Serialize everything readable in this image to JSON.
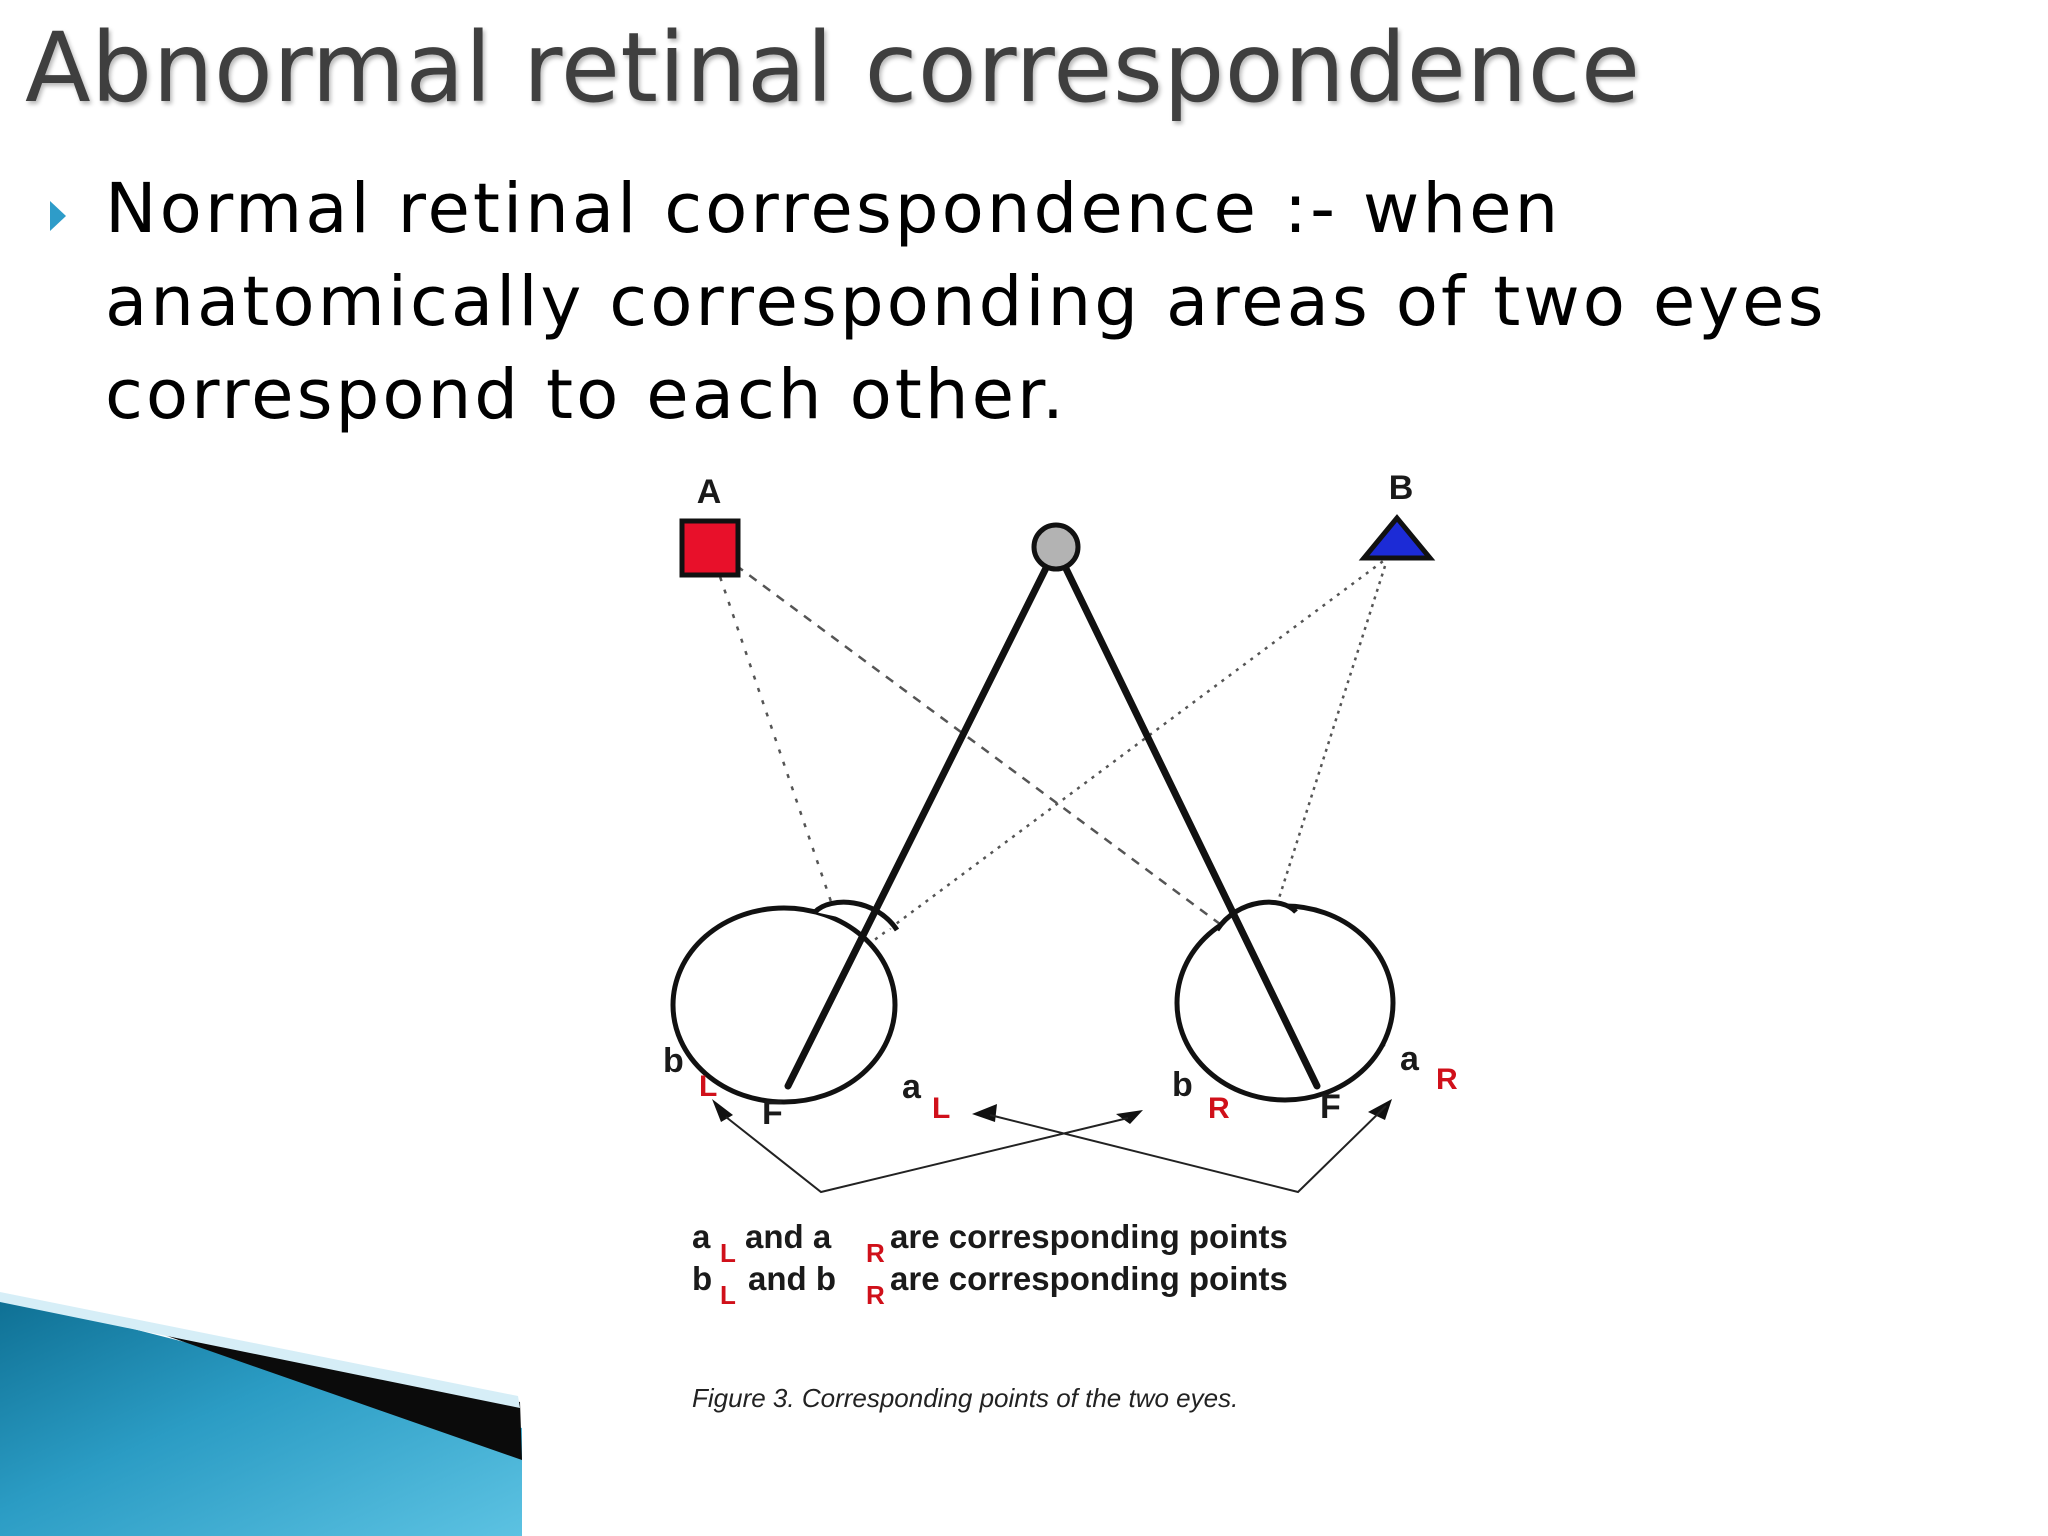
{
  "slide": {
    "title": "Abnormal retinal correspondence",
    "bullet_lines": [
      "Normal retinal correspondence :- when",
      "anatomically corresponding areas of two eyes",
      "correspond to each other."
    ]
  },
  "figure": {
    "labels": {
      "A": "A",
      "B": "B",
      "F_left": "F",
      "F_right": "F",
      "a": "a",
      "b": "b",
      "L": "L",
      "R": "R"
    },
    "legend": {
      "line1_a": "a",
      "line1_sub1": "L",
      "line1_mid": "and a",
      "line1_sub2": "R",
      "line1_end": "are corresponding points",
      "line2_b": "b",
      "line2_sub1": "L",
      "line2_mid": "and b",
      "line2_sub2": "R",
      "line2_end": "are corresponding points"
    },
    "caption": "Figure 3. Corresponding points of the two eyes.",
    "colors": {
      "square_fill": "#e8102a",
      "triangle_fill": "#1c2bd6",
      "fixation_fill": "#b3b3b3",
      "subscript_red": "#d0101a",
      "bullet_blue": "#2e9cc9"
    }
  }
}
